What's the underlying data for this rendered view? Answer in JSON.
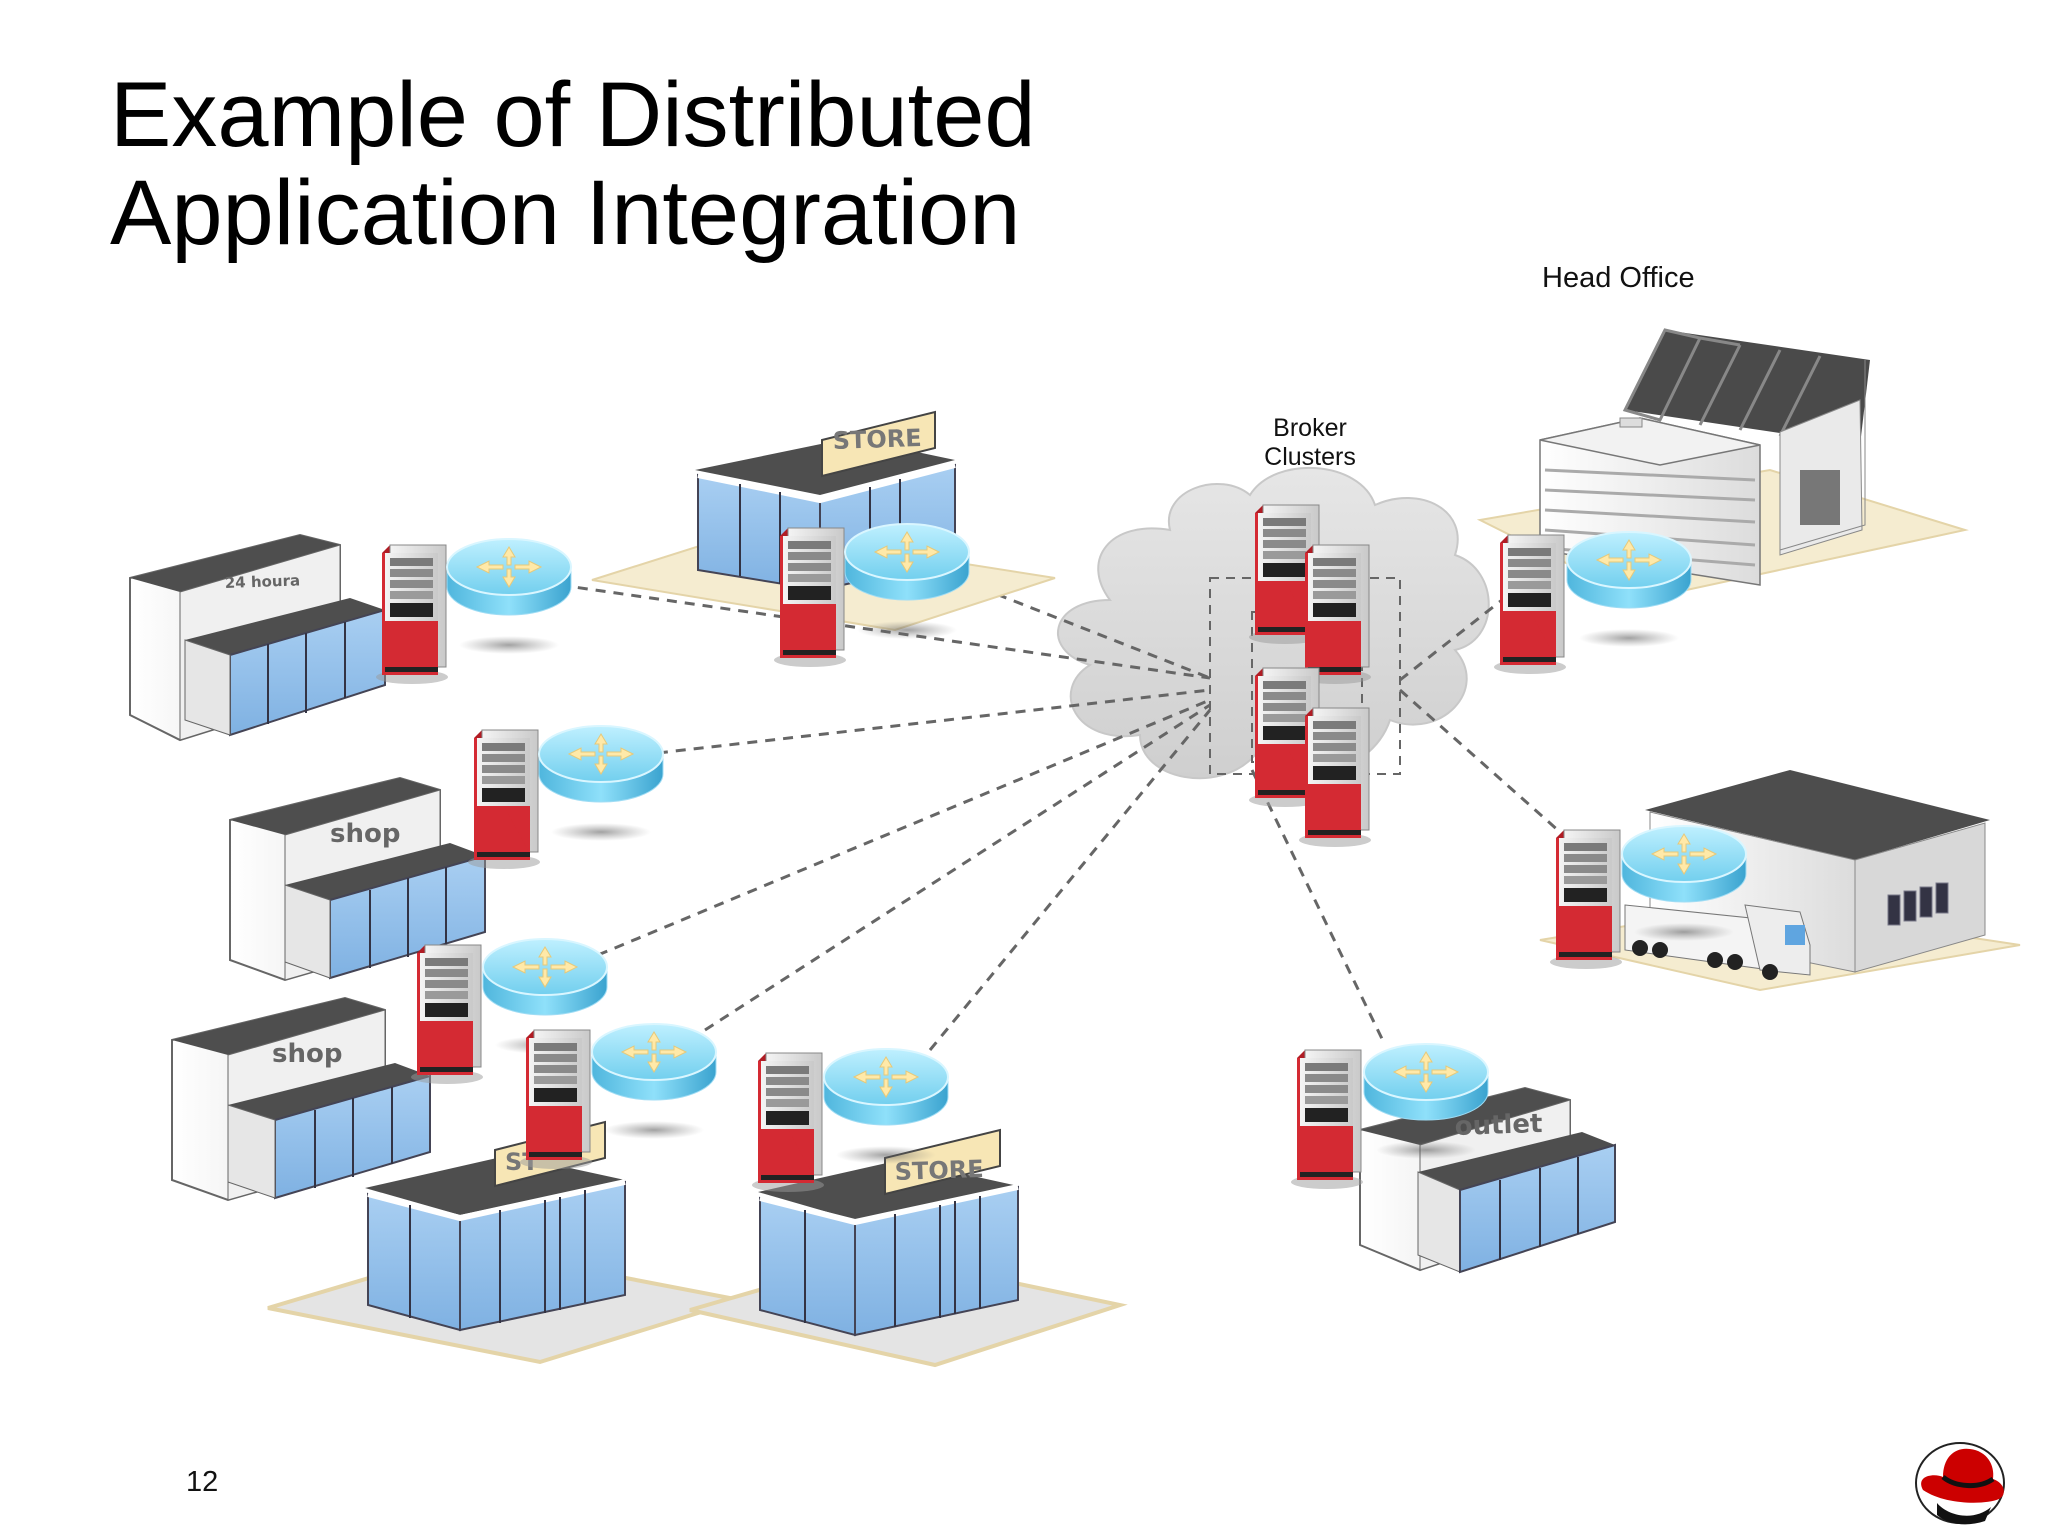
{
  "slide": {
    "title_line1": "Example of Distributed",
    "title_line2": "Application Integration",
    "page_number": "12"
  },
  "labels": {
    "head_office": "Head Office",
    "broker_line1": "Broker",
    "broker_line2": "Clusters"
  },
  "sites": [
    {
      "kind": "24-hour store",
      "sign": "24 houra"
    },
    {
      "kind": "store",
      "sign": "STORE"
    },
    {
      "kind": "shop",
      "sign": "shop"
    },
    {
      "kind": "shop",
      "sign": "shop"
    },
    {
      "kind": "store",
      "sign": "ST"
    },
    {
      "kind": "store",
      "sign": "STORE"
    },
    {
      "kind": "outlet",
      "sign": "outlet"
    },
    {
      "kind": "warehouse",
      "sign": ""
    },
    {
      "kind": "head office",
      "sign": ""
    }
  ],
  "colors": {
    "server_red": "#d42a33",
    "router_blue": "#7fd3f0",
    "glass_blue": "#8fbce8",
    "roof_dark": "#5a5a5a",
    "cloud_gray": "#d8d8d8",
    "connector_gray": "#666666",
    "brand_red": "#cc0000"
  },
  "icons": [
    "server-tower-icon",
    "router-icon",
    "cloud-icon",
    "red-hat-logo-icon"
  ]
}
